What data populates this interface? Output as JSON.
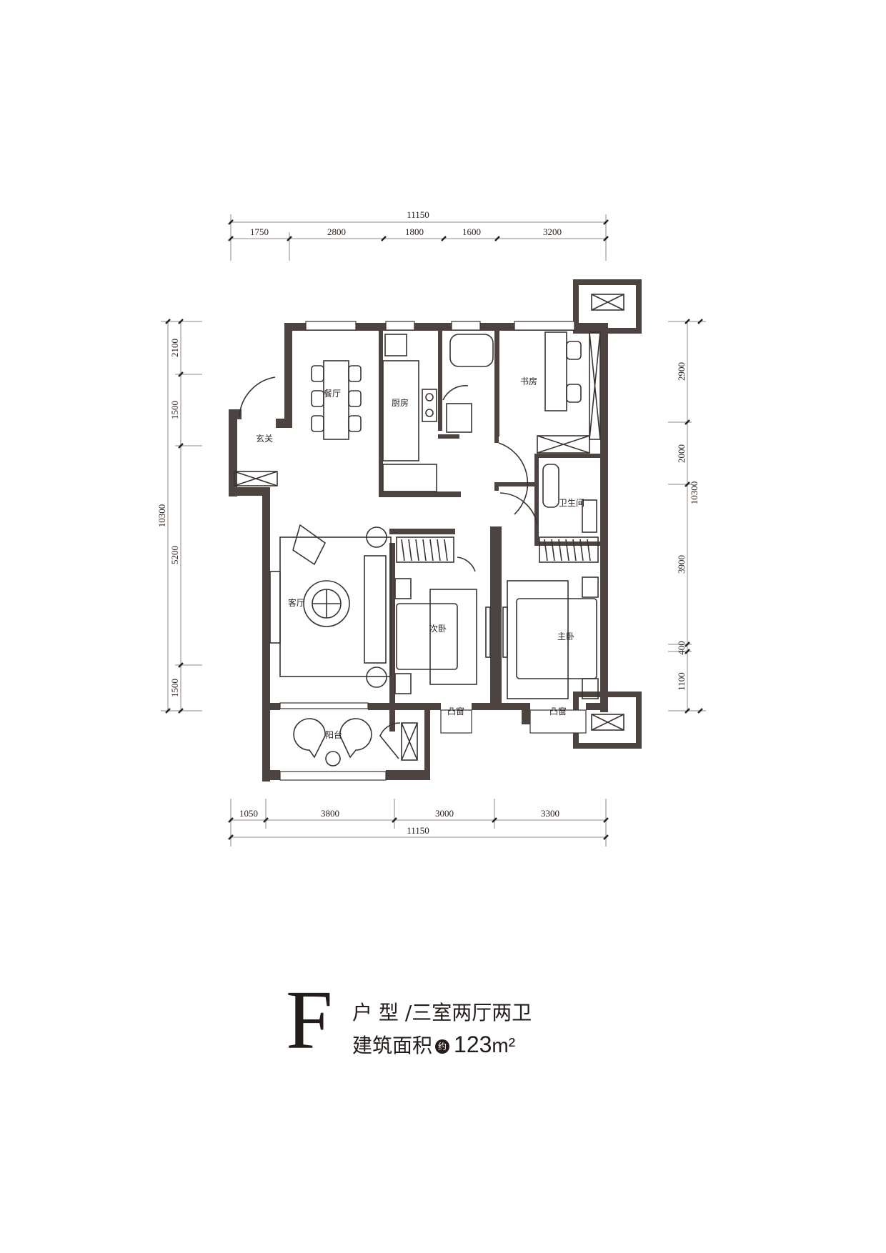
{
  "plan": {
    "type_letter": "F",
    "type_label": "户 型",
    "separator": "/",
    "layout": "三室两厅两卫",
    "area_label": "建筑面积",
    "approx_badge": "约",
    "area_value": "123",
    "area_unit": "m²"
  },
  "dimensions": {
    "top_total": "11150",
    "top_segments": [
      "1750",
      "2800",
      "1800",
      "1600",
      "3200"
    ],
    "bottom_total": "11150",
    "bottom_segments": [
      "1050",
      "3800",
      "3000",
      "3300"
    ],
    "left_total": "10300",
    "left_segments": [
      "2100",
      "1500",
      "5200",
      "1500"
    ],
    "right_total": "10300",
    "right_segments": [
      "2900",
      "2000",
      "3900",
      "400",
      "1100"
    ]
  },
  "rooms": {
    "foyer": "玄关",
    "dining": "餐厅",
    "kitchen": "厨房",
    "study": "书房",
    "bathroom": "卫生间",
    "living": "客厅",
    "second_bedroom": "次卧",
    "master_bedroom": "主卧",
    "balcony": "阳台",
    "bay_window_1": "凸窗",
    "bay_window_2": "凸窗"
  },
  "colors": {
    "wall": "#4d4340",
    "dimension_line": "#b9aeaa",
    "text": "#231c1a"
  }
}
